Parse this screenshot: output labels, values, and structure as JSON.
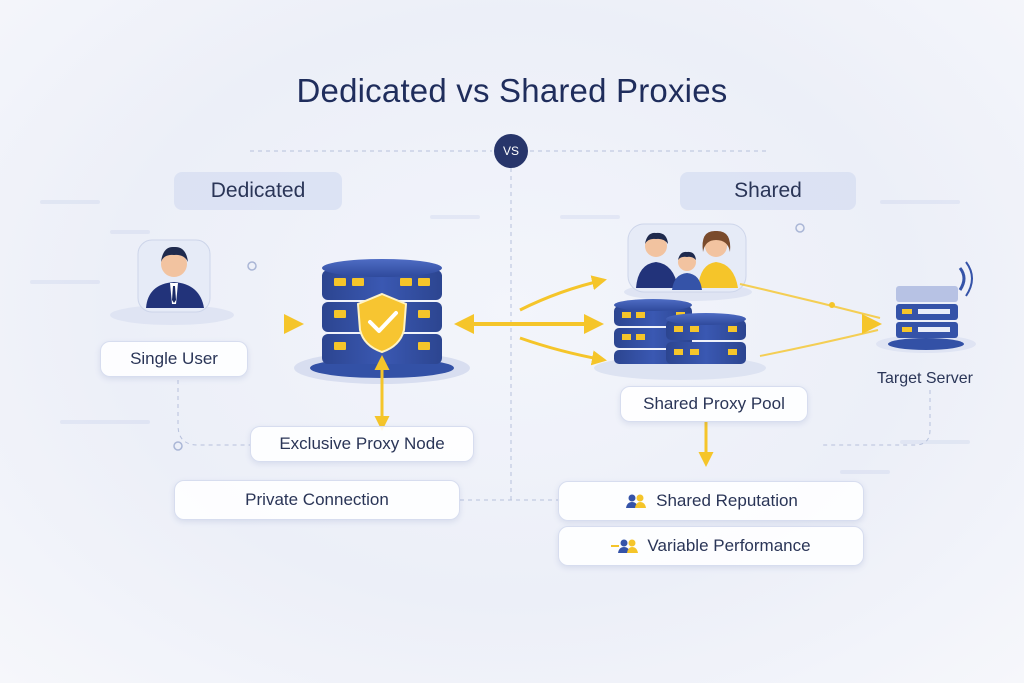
{
  "title": "Dedicated vs Shared Proxies",
  "vs_label": "VS",
  "dedicated": {
    "heading": "Dedicated",
    "user_label": "Single User",
    "node_label": "Exclusive Proxy Node",
    "connection_label": "Private Connection"
  },
  "shared": {
    "heading": "Shared",
    "pool_label": "Shared Proxy Pool",
    "target_label": "Target Server",
    "notes": [
      {
        "icon": "users-icon",
        "label": "Shared Reputation"
      },
      {
        "icon": "users-speed-icon",
        "label": "Variable Performance"
      }
    ]
  },
  "colors": {
    "navy": "#27356a",
    "server_blue": "#3553a8",
    "accent_yellow": "#f5c52a",
    "shield_yellow": "#f7c531"
  }
}
